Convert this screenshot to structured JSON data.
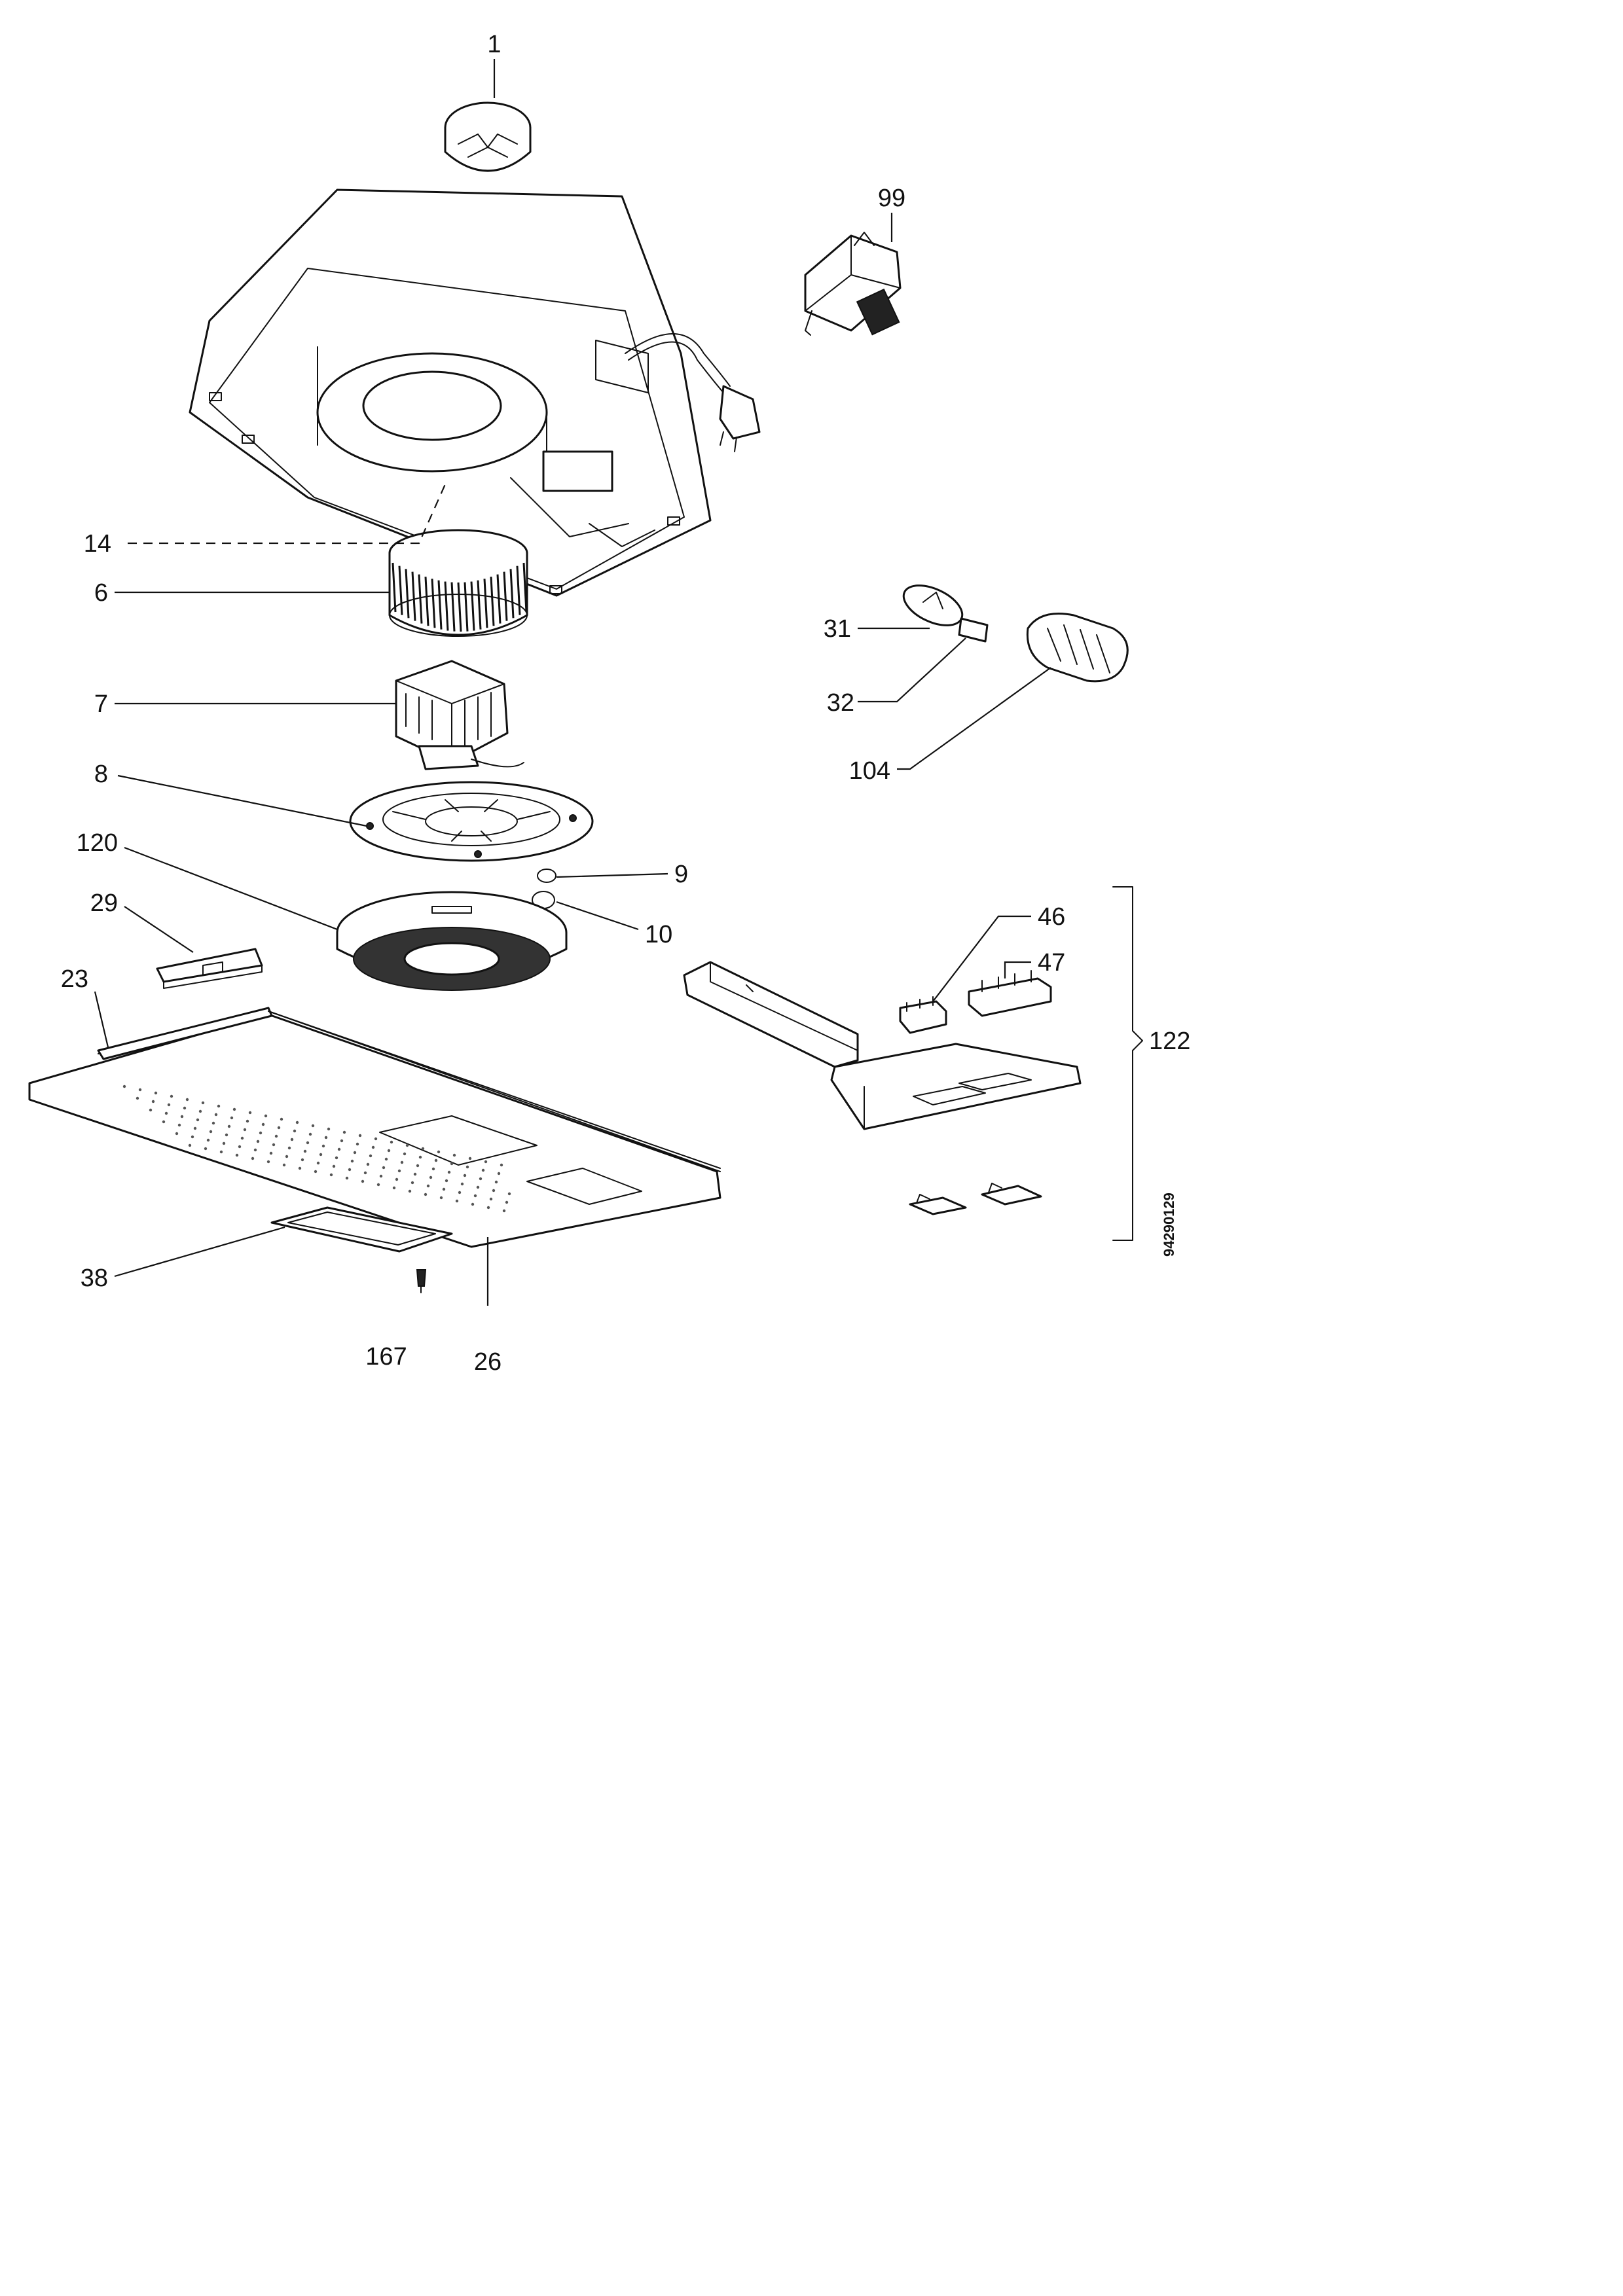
{
  "diagram": {
    "document_code": "94290129",
    "part_labels": {
      "p1": "1",
      "p99": "99",
      "p14": "14",
      "p6": "6",
      "p31": "31",
      "p32": "32",
      "p7": "7",
      "p104": "104",
      "p8": "8",
      "p120": "120",
      "p9": "9",
      "p29": "29",
      "p10": "10",
      "p46": "46",
      "p47": "47",
      "p23": "23",
      "p122": "122",
      "p38": "38",
      "p167": "167",
      "p26": "26"
    }
  }
}
